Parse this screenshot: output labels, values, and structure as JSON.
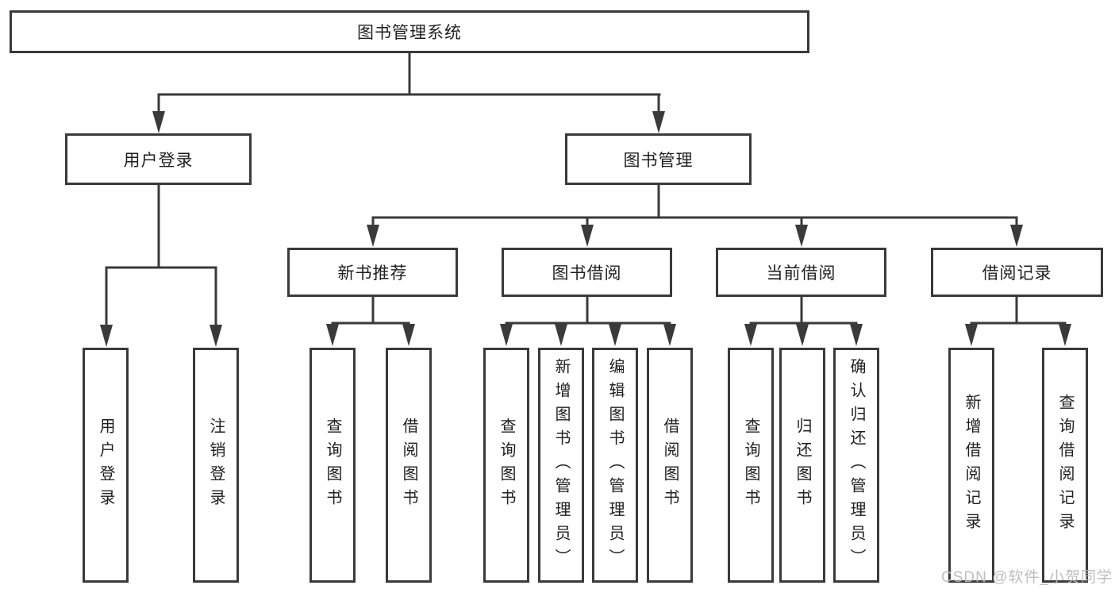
{
  "tree": {
    "label": "图书管理系统",
    "children": [
      {
        "label": "用户登录",
        "children": [
          {
            "label": "用户登录"
          },
          {
            "label": "注销登录"
          }
        ]
      },
      {
        "label": "图书管理",
        "children": [
          {
            "label": "新书推荐",
            "children": [
              {
                "label": "查询图书"
              },
              {
                "label": "借阅图书"
              }
            ]
          },
          {
            "label": "图书借阅",
            "children": [
              {
                "label": "查询图书"
              },
              {
                "label": "新增图书（管理员）"
              },
              {
                "label": "编辑图书（管理员）"
              },
              {
                "label": "借阅图书"
              }
            ]
          },
          {
            "label": "当前借阅",
            "children": [
              {
                "label": "查询图书"
              },
              {
                "label": "归还图书"
              },
              {
                "label": "确认归还（管理员）"
              }
            ]
          },
          {
            "label": "借阅记录",
            "children": [
              {
                "label": "新增借阅记录"
              },
              {
                "label": "查询借阅记录"
              }
            ]
          }
        ]
      }
    ]
  },
  "watermark": "CSDN @软件_小贺同学",
  "colors": {
    "line": "#3a3a3a",
    "text": "#1f1f1f",
    "watermark": "#b9b9b9",
    "background": "#ffffff"
  }
}
